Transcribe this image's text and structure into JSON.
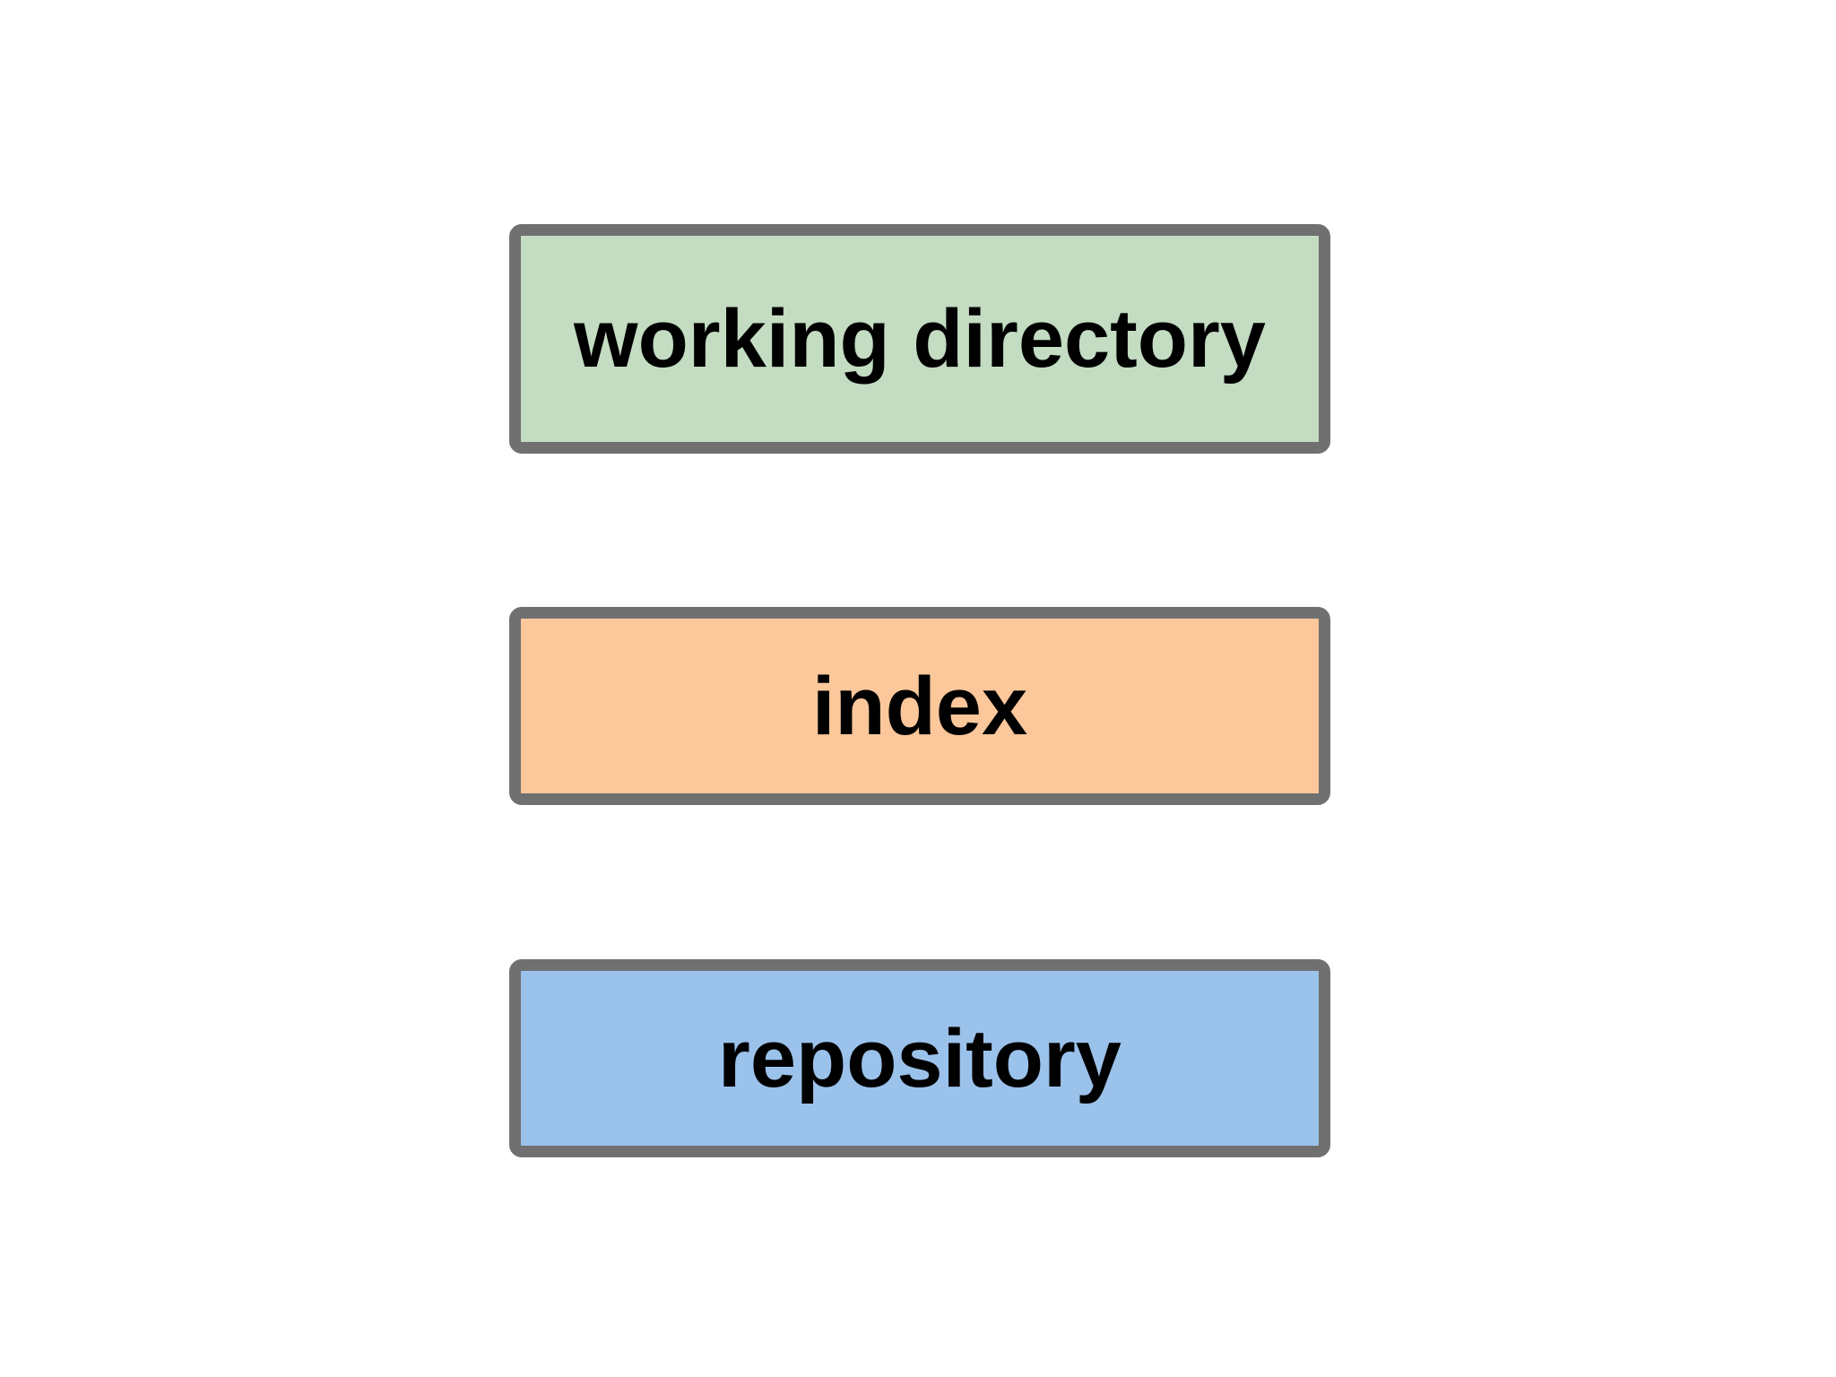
{
  "canvas": {
    "background": "#ffffff"
  },
  "diagram": {
    "type": "git-areas-diagram",
    "border_color": "#707070",
    "text_color": "#000000",
    "boxes": [
      {
        "label": "working directory",
        "fill": "#c3dcc2"
      },
      {
        "label": "index",
        "fill": "#fbc79b"
      },
      {
        "label": "repository",
        "fill": "#9bc2eb"
      }
    ]
  }
}
